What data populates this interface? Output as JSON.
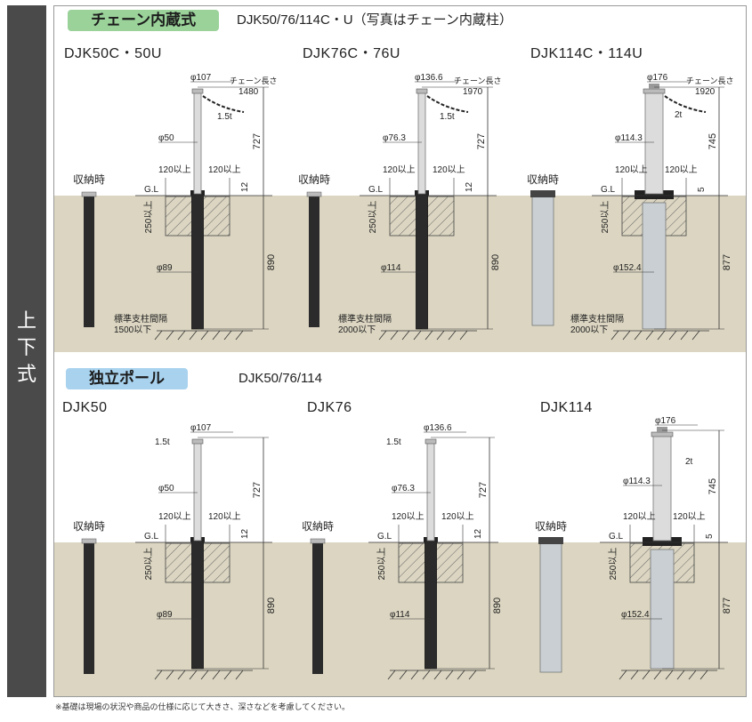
{
  "side_label": "上下式",
  "top_section": {
    "badge": "チェーン内蔵式",
    "subtitle": "DJK50/76/114C・U（写真はチェーン内蔵柱）",
    "models": [
      {
        "name": "DJK50C・50U",
        "stored": "収納時",
        "top_dia": "φ107",
        "chain_label": "チェーン長さ",
        "chain_len": "1480",
        "thickness": "1.5t",
        "pole_dia": "φ50",
        "above": "727",
        "gl": "G.L",
        "clear_l": "120以上",
        "clear_r": "120以上",
        "rise": "12",
        "depth": "250以上",
        "tube_dia": "φ89",
        "below": "890",
        "spacing_label": "標準支柱間隔",
        "spacing": "1500以下"
      },
      {
        "name": "DJK76C・76U",
        "stored": "収納時",
        "top_dia": "φ136.6",
        "chain_label": "チェーン長さ",
        "chain_len": "1970",
        "thickness": "1.5t",
        "pole_dia": "φ76.3",
        "above": "727",
        "gl": "G.L",
        "clear_l": "120以上",
        "clear_r": "120以上",
        "rise": "12",
        "depth": "250以上",
        "tube_dia": "φ114",
        "below": "890",
        "spacing_label": "標準支柱間隔",
        "spacing": "2000以下"
      },
      {
        "name": "DJK114C・114U",
        "stored": "収納時",
        "top_dia": "φ176",
        "chain_label": "チェーン長さ",
        "chain_len": "1920",
        "thickness": "2t",
        "pole_dia": "φ114.3",
        "above": "745",
        "gl": "G.L",
        "clear_l": "120以上",
        "clear_r": "120以上",
        "rise": "5",
        "depth": "250以上",
        "tube_dia": "φ152.4",
        "below": "877",
        "spacing_label": "標準支柱間隔",
        "spacing": "2000以下"
      }
    ]
  },
  "bottom_section": {
    "badge": "独立ポール",
    "subtitle": "DJK50/76/114",
    "models": [
      {
        "name": "DJK50",
        "stored": "収納時",
        "top_dia": "φ107",
        "thickness": "1.5t",
        "pole_dia": "φ50",
        "above": "727",
        "gl": "G.L",
        "clear_l": "120以上",
        "clear_r": "120以上",
        "rise": "12",
        "depth": "250以上",
        "tube_dia": "φ89",
        "below": "890"
      },
      {
        "name": "DJK76",
        "stored": "収納時",
        "top_dia": "φ136.6",
        "thickness": "1.5t",
        "pole_dia": "φ76.3",
        "above": "727",
        "gl": "G.L",
        "clear_l": "120以上",
        "clear_r": "120以上",
        "rise": "12",
        "depth": "250以上",
        "tube_dia": "φ114",
        "below": "890"
      },
      {
        "name": "DJK114",
        "stored": "収納時",
        "top_dia": "φ176",
        "thickness": "2t",
        "pole_dia": "φ114.3",
        "above": "745",
        "gl": "G.L",
        "clear_l": "120以上",
        "clear_r": "120以上",
        "rise": "5",
        "depth": "250以上",
        "tube_dia": "φ152.4",
        "below": "877"
      }
    ]
  },
  "footnote": "※基礎は現場の状況や商品の仕様に応じて大きさ、深さなどを考慮してください。",
  "colors": {
    "ground": "#dbd5c1",
    "green_badge": "#9ad29a",
    "blue_badge": "#a8d2ee",
    "sidebar": "#4a4a4a",
    "pole_black": "#2b2b2b",
    "pole_silver": "#d6d6d6"
  }
}
